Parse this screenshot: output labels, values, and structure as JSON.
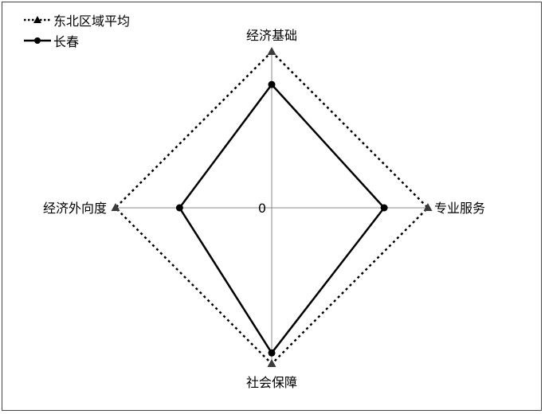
{
  "chart_data": {
    "type": "radar",
    "axes": [
      "经济基础",
      "专业服务",
      "社会保障",
      "经济外向度"
    ],
    "center_label": "0",
    "series": [
      {
        "name": "东北区域平均",
        "style": "dotted",
        "marker": "triangle",
        "color": "#000000",
        "values": [
          1.0,
          1.0,
          1.0,
          1.0
        ]
      },
      {
        "name": "长春",
        "style": "solid",
        "marker": "circle",
        "color": "#000000",
        "values": [
          0.79,
          0.72,
          0.93,
          0.59
        ]
      }
    ],
    "axis_color": "#888888",
    "legend_position": "top-left"
  }
}
